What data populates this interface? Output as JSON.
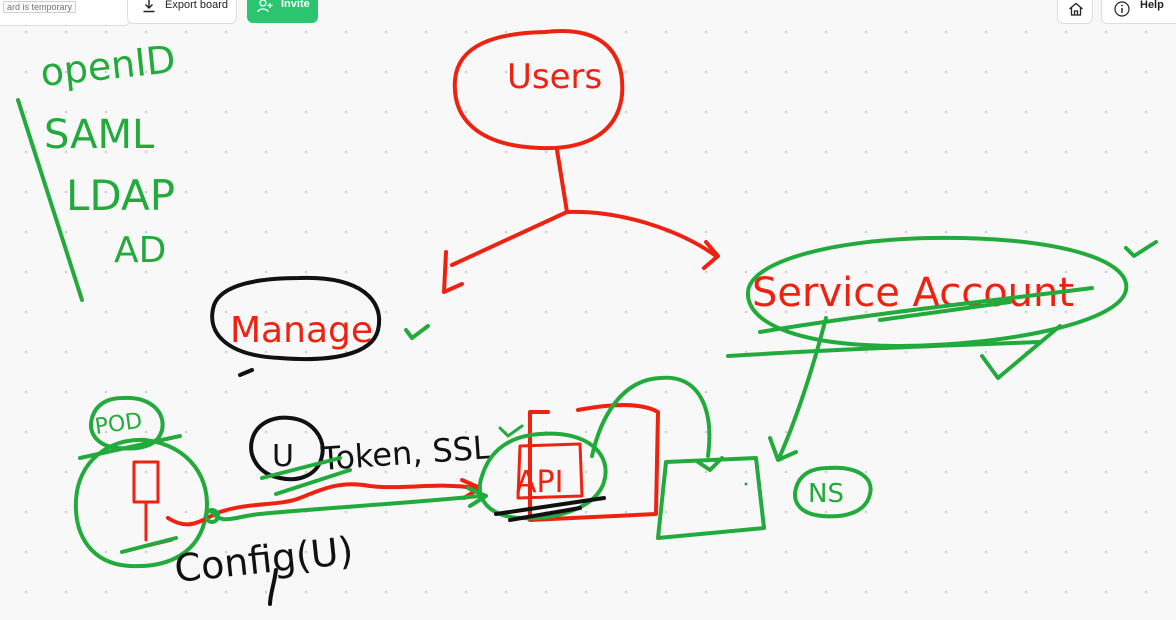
{
  "toolbar": {
    "board_name": "board",
    "board_status": "ard is temporary",
    "export_label": "Export board",
    "invite_label": "Invite",
    "help_label": "Help"
  },
  "icons": {
    "download": "download-icon",
    "add_user": "add-user-icon",
    "home": "home-icon",
    "info": "info-icon",
    "chevron": "chevron-down-icon"
  },
  "colors": {
    "invite_green": "#2cc56f",
    "ink_red": "#ee2211",
    "ink_green": "#22aa3c",
    "ink_black": "#111111"
  },
  "whiteboard": {
    "auth_methods": [
      "openID",
      "SAML",
      "LDAP",
      "AD"
    ],
    "users": "Users",
    "manage": "Manage",
    "service_account": "Service Account",
    "pod": "POD",
    "u_label": "U",
    "token_label": "Token, SSL",
    "api_label": "API",
    "config_label": "Config(U)",
    "ns_label": "NS"
  }
}
